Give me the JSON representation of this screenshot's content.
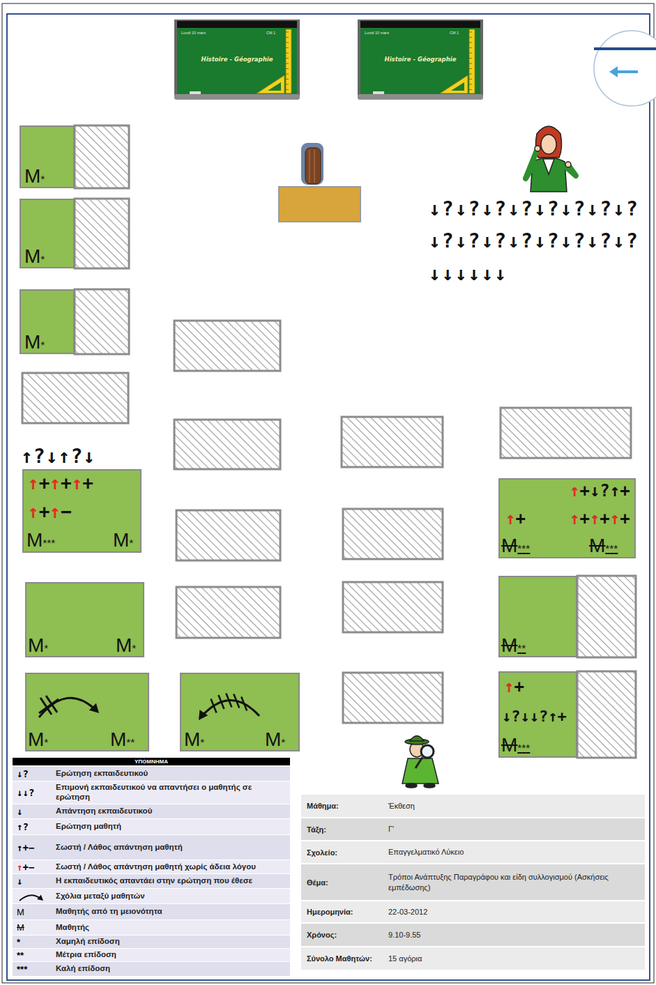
{
  "diagram": {
    "nodes": [
      {
        "text": [
          "Lundi 10 mars",
          "CM 1",
          "Histoire - Géographie"
        ]
      },
      {
        "text": [
          "Lundi 10 mars",
          "CM 1",
          "Histoire - Géographie"
        ]
      },
      {
        "text": [
          "M*"
        ]
      },
      {
        "text": [
          "M*"
        ]
      },
      {
        "text": [
          "M*"
        ]
      },
      {
        "text": [
          "↑+↑+↑+",
          "↑+↑−",
          "M***",
          "M*"
        ]
      },
      {
        "text": [
          "↑+↓?↑+",
          "↑+",
          "↑+↑+↑+",
          "M***",
          "M***"
        ]
      },
      {
        "text": [
          "M*",
          "M*"
        ]
      },
      {
        "text": [
          "M**"
        ]
      },
      {
        "text": [
          "M*",
          "M**"
        ]
      },
      {
        "text": [
          "M*",
          "M*"
        ]
      },
      {
        "text": [
          "↑+",
          "↓?↓↓?↑+",
          "M***"
        ]
      }
    ],
    "labels": [
      "↓?↓?↓?↓?↓?↓?↓?↓?",
      "↓?↓?↓?↓?↓?↓?↓?↓?",
      "↓↓↓↓↓↓",
      "↑?↓↑?↓",
      "ΥΠΟΜΝΗΜΑ",
      "↓?",
      "↓↓?",
      "↓",
      "↑?",
      "↑+−",
      "↑+−",
      "↓",
      "M",
      "M",
      "*",
      "**",
      "***",
      "Μάθημα:",
      "Έκθεση",
      "Τάξη:",
      "Γ'",
      "Σχολείο:",
      "Επαγγελματικό Λύκειο",
      "Θέμα:",
      "Τρόποι Ανάπτυξης Παραγράφου και είδη συλλογισμού (Ασκήσεις εμπέδωσης)",
      "Ημερομηνία:",
      "22-03-2012",
      "Χρόνος:",
      "9.10-9.55",
      "Σύνολο Μαθητών:",
      "15 αγόρια"
    ],
    "legend": [
      {
        "text": "Ερώτηση εκπαιδευτικού"
      },
      {
        "text": "Επιμονή εκπαιδευτικού να απαντήσει ο μαθητής σε ερώτηση"
      },
      {
        "text": "Απάντηση εκπαιδευτικού"
      },
      {
        "text": "Ερώτηση μαθητή"
      },
      {
        "text": "Σωστή / Λάθος απάντηση μαθητή"
      },
      {
        "text": "Σωστή / Λάθος απάντηση μαθητή χωρίς άδεια λόγου"
      },
      {
        "text": "Η εκπαιδευτικός απαντάει στην ερώτηση που έθεσε"
      },
      {
        "text": "Σχόλια μεταξύ μαθητών"
      },
      {
        "text": "Μαθητής από τη μειονότητα"
      },
      {
        "text": "Μαθητής"
      },
      {
        "text": "Χαμηλή επίδοση"
      },
      {
        "text": "Μέτρια επίδοση"
      },
      {
        "text": "Καλή επίδοση"
      }
    ]
  }
}
